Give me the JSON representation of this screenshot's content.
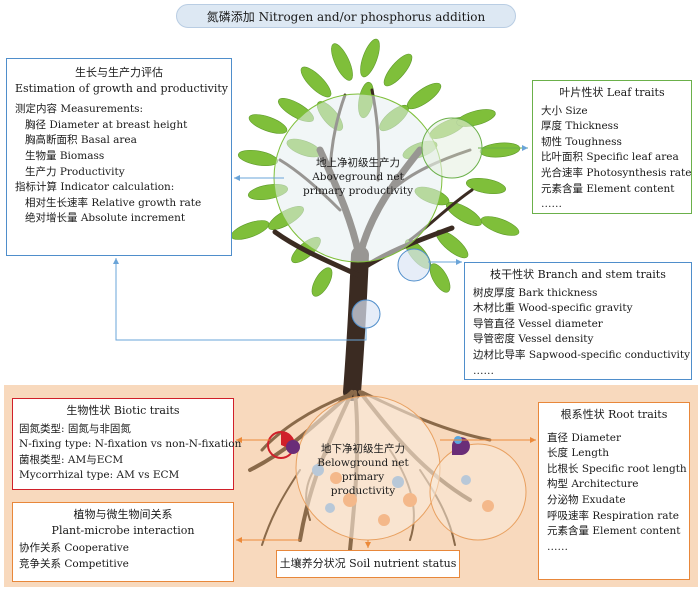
{
  "banner": "氮磷添加 Nitrogen and/or phosphorus addition",
  "growth": {
    "title_cn": "生长与生产力评估",
    "title_en": "Estimation of growth and productivity",
    "lines": [
      {
        "text": "测定内容 Measurements:",
        "indent": 0
      },
      {
        "text": "胸径 Diameter at breast height",
        "indent": 1
      },
      {
        "text": "胸高断面积 Basal area",
        "indent": 1
      },
      {
        "text": "生物量 Biomass",
        "indent": 1
      },
      {
        "text": "生产力 Productivity",
        "indent": 1
      },
      {
        "text": "指标计算 Indicator calculation:",
        "indent": 0
      },
      {
        "text": "相对生长速率 Relative growth rate",
        "indent": 1
      },
      {
        "text": "绝对增长量 Absolute increment",
        "indent": 1
      }
    ]
  },
  "leaf": {
    "title": "叶片性状 Leaf traits",
    "items": [
      "大小 Size",
      "厚度 Thickness",
      "韧性 Toughness",
      "比叶面积 Specific leaf area",
      "光合速率 Photosynthesis rate",
      "元素含量 Element content",
      "……"
    ]
  },
  "branch": {
    "title": "枝干性状 Branch and stem traits",
    "items": [
      "树皮厚度 Bark thickness",
      "木材比重 Wood-specific gravity",
      "导管直径 Vessel diameter",
      "导管密度 Vessel density",
      "边材比导率 Sapwood-specific conductivity",
      "……"
    ]
  },
  "biotic": {
    "title": "生物性状 Biotic traits",
    "items": [
      "固氮类型: 固氮与非固氮",
      "N-fixing type: N-fixation vs non-N-fixation",
      "菌根类型: AM与ECM",
      "Mycorrhizal type: AM vs ECM"
    ]
  },
  "plant_microbe": {
    "title_cn": "植物与微生物间关系",
    "title_en": "Plant-microbe interaction",
    "items": [
      "协作关系 Cooperative",
      "竞争关系 Competitive"
    ]
  },
  "root": {
    "title": "根系性状 Root traits",
    "items": [
      "直径 Diameter",
      "长度 Length",
      "比根长 Specific root length",
      "构型 Architecture",
      "分泌物 Exudate",
      "呼吸速率 Respiration rate",
      "元素含量 Element content",
      "……"
    ]
  },
  "soil_label": "土壤养分状况 Soil nutrient status",
  "above_npp": [
    "地上净初级生产力",
    "Aboveground net",
    "primary productivity"
  ],
  "below_npp": [
    "地下净初级生产力",
    "Belowground net",
    "primary",
    "productivity"
  ],
  "colors": {
    "growth_border": "#4f8ecb",
    "leaf_border": "#6bb04a",
    "branch_border": "#4f8ecb",
    "biotic_border": "#d0202a",
    "orange_border": "#e8873a",
    "arrow_blue": "#6aa4d8",
    "arrow_orange": "#ec8a3a",
    "leaf_green": "#7fbf3a",
    "trunk": "#3b2b22",
    "soil_bg": "#f8d9bd"
  }
}
